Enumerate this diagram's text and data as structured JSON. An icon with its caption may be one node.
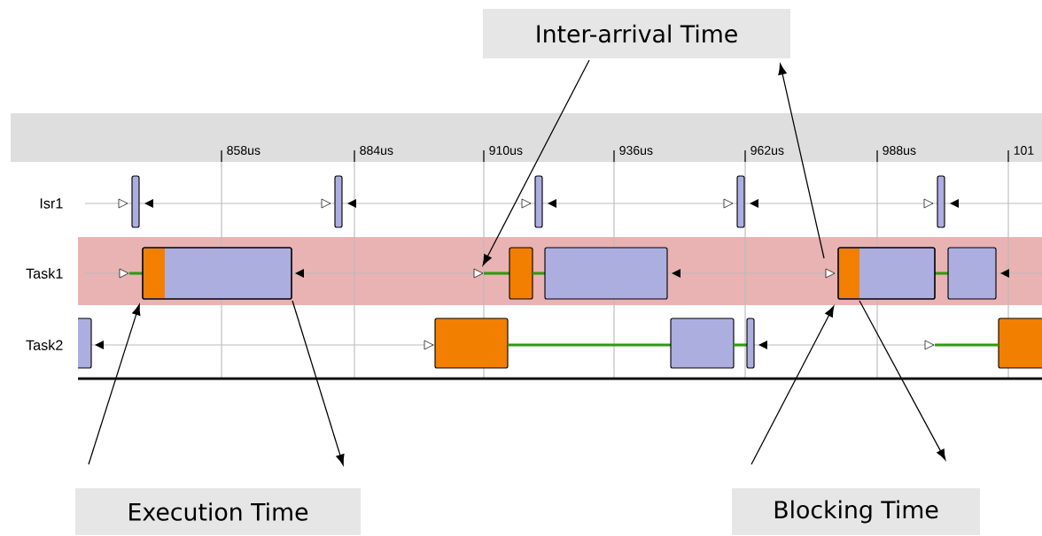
{
  "diagram": {
    "nodes": [
      {
        "text": [
          "Inter-arrival Time"
        ]
      },
      {
        "text": [
          "Execution Time"
        ]
      },
      {
        "text": [
          "Blocking Time"
        ]
      },
      {
        "text": [],
        "shape": "bar"
      },
      {
        "text": [],
        "shape": "triangle"
      },
      {
        "text": [],
        "shape": "triangle"
      },
      {
        "text": [],
        "shape": "bar"
      }
    ],
    "edges": [
      {
        "from": 1,
        "to": 3,
        "arrow": "to"
      },
      {
        "from": 3,
        "to": 1,
        "arrow": "to"
      },
      {
        "from": 0,
        "to": 4,
        "arrow": "to"
      },
      {
        "from": 5,
        "to": 0,
        "arrow": "to"
      },
      {
        "from": 2,
        "to": 6,
        "arrow": "to"
      },
      {
        "from": 6,
        "to": 2,
        "arrow": "to"
      }
    ],
    "labels": [
      "858us",
      "884us",
      "910us",
      "936us",
      "962us",
      "988us",
      "101",
      "Isr1",
      "Task1",
      "Task2"
    ]
  }
}
